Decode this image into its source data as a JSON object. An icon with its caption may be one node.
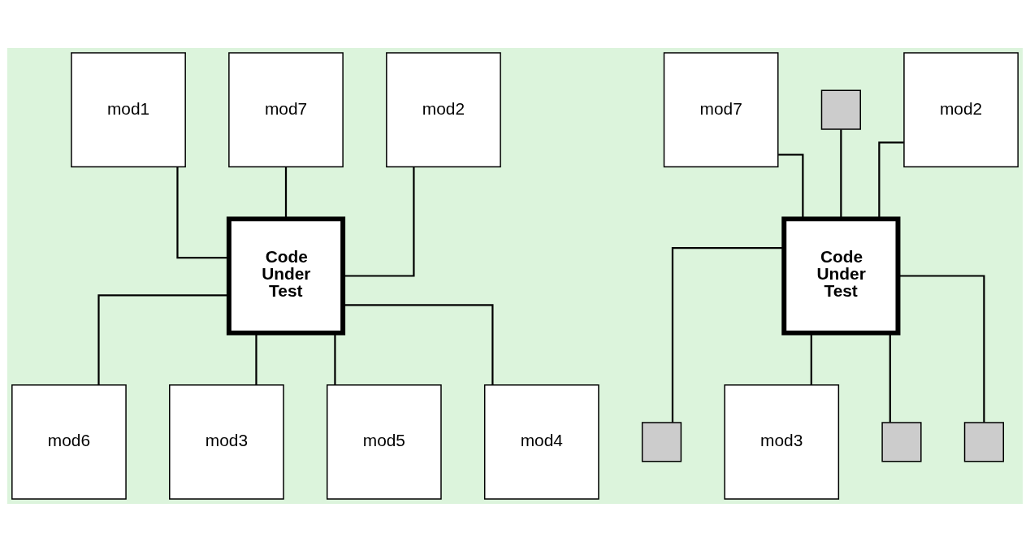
{
  "diagram": {
    "nodes": [
      {
        "text": [
          "mod1"
        ]
      },
      {
        "text": [
          "mod7"
        ]
      },
      {
        "text": [
          "mod2"
        ]
      },
      {
        "text": [
          "Code Under Test"
        ]
      },
      {
        "text": [
          "mod6"
        ]
      },
      {
        "text": [
          "mod3"
        ]
      },
      {
        "text": [
          "mod5"
        ]
      },
      {
        "text": [
          "mod4"
        ]
      },
      {
        "text": [
          "mod7"
        ]
      },
      {
        "text": [],
        "shape": "box"
      },
      {
        "text": [
          "mod2"
        ]
      },
      {
        "text": [
          "Code Under Test"
        ]
      },
      {
        "text": [],
        "shape": "box"
      },
      {
        "text": [
          "mod3"
        ]
      },
      {
        "text": [],
        "shape": "box"
      },
      {
        "text": [],
        "shape": "box"
      }
    ],
    "edges": [
      {
        "from": 0,
        "to": 3,
        "arrow": "none"
      },
      {
        "from": 1,
        "to": 3,
        "arrow": "none"
      },
      {
        "from": 2,
        "to": 3,
        "arrow": "none"
      },
      {
        "from": 3,
        "to": 4,
        "arrow": "none"
      },
      {
        "from": 3,
        "to": 5,
        "arrow": "none"
      },
      {
        "from": 3,
        "to": 6,
        "arrow": "none"
      },
      {
        "from": 3,
        "to": 7,
        "arrow": "none"
      },
      {
        "from": 8,
        "to": 11,
        "arrow": "none"
      },
      {
        "from": 9,
        "to": 11,
        "arrow": "none"
      },
      {
        "from": 10,
        "to": 11,
        "arrow": "none"
      },
      {
        "from": 11,
        "to": 12,
        "arrow": "none"
      },
      {
        "from": 11,
        "to": 13,
        "arrow": "none"
      },
      {
        "from": 11,
        "to": 14,
        "arrow": "none"
      },
      {
        "from": 11,
        "to": 15,
        "arrow": "none"
      }
    ]
  }
}
